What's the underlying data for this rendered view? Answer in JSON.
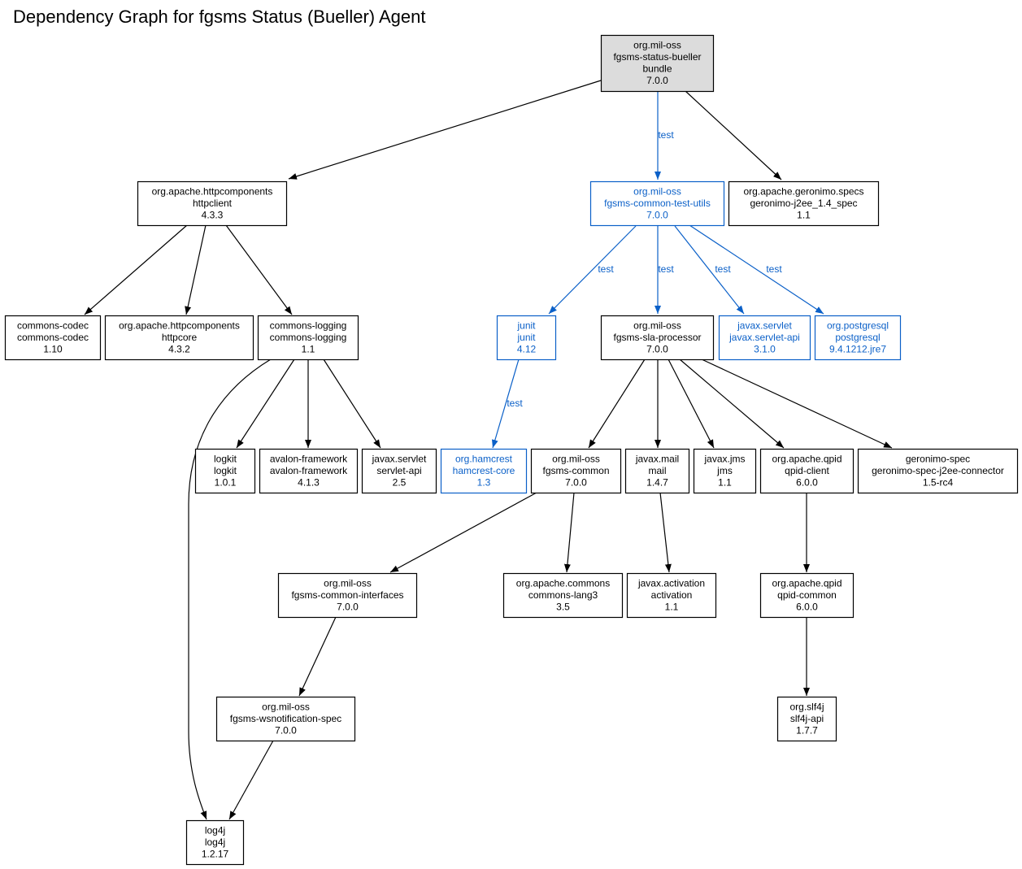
{
  "title": "Dependency Graph for fgsms Status (Bueller) Agent",
  "colors": {
    "normal": "#000000",
    "test": "#0b60c8",
    "root_fill": "#dcdcdc"
  },
  "nodes": [
    {
      "id": "root",
      "lines": [
        "org.mil-oss",
        "fgsms-status-bueller",
        "bundle",
        "7.0.0"
      ],
      "style": "root"
    },
    {
      "id": "httpclient",
      "lines": [
        "org.apache.httpcomponents",
        "httpclient",
        "4.3.3"
      ],
      "style": "normal"
    },
    {
      "id": "testutils",
      "lines": [
        "org.mil-oss",
        "fgsms-common-test-utils",
        "7.0.0"
      ],
      "style": "test"
    },
    {
      "id": "geronimo-j2ee",
      "lines": [
        "org.apache.geronimo.specs",
        "geronimo-j2ee_1.4_spec",
        "1.1"
      ],
      "style": "normal"
    },
    {
      "id": "commons-codec",
      "lines": [
        "commons-codec",
        "commons-codec",
        "1.10"
      ],
      "style": "normal"
    },
    {
      "id": "httpcore",
      "lines": [
        "org.apache.httpcomponents",
        "httpcore",
        "4.3.2"
      ],
      "style": "normal"
    },
    {
      "id": "commons-logging",
      "lines": [
        "commons-logging",
        "commons-logging",
        "1.1"
      ],
      "style": "normal"
    },
    {
      "id": "junit",
      "lines": [
        "junit",
        "junit",
        "4.12"
      ],
      "style": "test"
    },
    {
      "id": "sla-processor",
      "lines": [
        "org.mil-oss",
        "fgsms-sla-processor",
        "7.0.0"
      ],
      "style": "normal"
    },
    {
      "id": "servlet-api-31",
      "lines": [
        "javax.servlet",
        "javax.servlet-api",
        "3.1.0"
      ],
      "style": "test"
    },
    {
      "id": "postgresql",
      "lines": [
        "org.postgresql",
        "postgresql",
        "9.4.1212.jre7"
      ],
      "style": "test"
    },
    {
      "id": "logkit",
      "lines": [
        "logkit",
        "logkit",
        "1.0.1"
      ],
      "style": "normal"
    },
    {
      "id": "avalon",
      "lines": [
        "avalon-framework",
        "avalon-framework",
        "4.1.3"
      ],
      "style": "normal"
    },
    {
      "id": "servlet-api-25",
      "lines": [
        "javax.servlet",
        "servlet-api",
        "2.5"
      ],
      "style": "normal"
    },
    {
      "id": "hamcrest",
      "lines": [
        "org.hamcrest",
        "hamcrest-core",
        "1.3"
      ],
      "style": "test"
    },
    {
      "id": "fgsms-common",
      "lines": [
        "org.mil-oss",
        "fgsms-common",
        "7.0.0"
      ],
      "style": "normal"
    },
    {
      "id": "mail",
      "lines": [
        "javax.mail",
        "mail",
        "1.4.7"
      ],
      "style": "normal"
    },
    {
      "id": "jms",
      "lines": [
        "javax.jms",
        "jms",
        "1.1"
      ],
      "style": "normal"
    },
    {
      "id": "qpid-client",
      "lines": [
        "org.apache.qpid",
        "qpid-client",
        "6.0.0"
      ],
      "style": "normal"
    },
    {
      "id": "connector",
      "lines": [
        "geronimo-spec",
        "geronimo-spec-j2ee-connector",
        "1.5-rc4"
      ],
      "style": "normal"
    },
    {
      "id": "common-interfaces",
      "lines": [
        "org.mil-oss",
        "fgsms-common-interfaces",
        "7.0.0"
      ],
      "style": "normal"
    },
    {
      "id": "commons-lang3",
      "lines": [
        "org.apache.commons",
        "commons-lang3",
        "3.5"
      ],
      "style": "normal"
    },
    {
      "id": "activation",
      "lines": [
        "javax.activation",
        "activation",
        "1.1"
      ],
      "style": "normal"
    },
    {
      "id": "qpid-common",
      "lines": [
        "org.apache.qpid",
        "qpid-common",
        "6.0.0"
      ],
      "style": "normal"
    },
    {
      "id": "wsnotification",
      "lines": [
        "org.mil-oss",
        "fgsms-wsnotification-spec",
        "7.0.0"
      ],
      "style": "normal"
    },
    {
      "id": "slf4j",
      "lines": [
        "org.slf4j",
        "slf4j-api",
        "1.7.7"
      ],
      "style": "normal"
    },
    {
      "id": "log4j",
      "lines": [
        "log4j",
        "log4j",
        "1.2.17"
      ],
      "style": "normal"
    }
  ],
  "edges": [
    {
      "from": "root",
      "to": "httpclient",
      "label": "",
      "style": "normal"
    },
    {
      "from": "root",
      "to": "testutils",
      "label": "test",
      "style": "test"
    },
    {
      "from": "root",
      "to": "geronimo-j2ee",
      "label": "",
      "style": "normal"
    },
    {
      "from": "httpclient",
      "to": "commons-codec",
      "label": "",
      "style": "normal"
    },
    {
      "from": "httpclient",
      "to": "httpcore",
      "label": "",
      "style": "normal"
    },
    {
      "from": "httpclient",
      "to": "commons-logging",
      "label": "",
      "style": "normal"
    },
    {
      "from": "testutils",
      "to": "junit",
      "label": "test",
      "style": "test"
    },
    {
      "from": "testutils",
      "to": "sla-processor",
      "label": "test",
      "style": "test"
    },
    {
      "from": "testutils",
      "to": "servlet-api-31",
      "label": "test",
      "style": "test"
    },
    {
      "from": "testutils",
      "to": "postgresql",
      "label": "test",
      "style": "test"
    },
    {
      "from": "commons-logging",
      "to": "logkit",
      "label": "",
      "style": "normal"
    },
    {
      "from": "commons-logging",
      "to": "avalon",
      "label": "",
      "style": "normal"
    },
    {
      "from": "commons-logging",
      "to": "servlet-api-25",
      "label": "",
      "style": "normal"
    },
    {
      "from": "commons-logging",
      "to": "log4j",
      "label": "",
      "style": "normal"
    },
    {
      "from": "junit",
      "to": "hamcrest",
      "label": "test",
      "style": "test"
    },
    {
      "from": "sla-processor",
      "to": "fgsms-common",
      "label": "",
      "style": "normal"
    },
    {
      "from": "sla-processor",
      "to": "mail",
      "label": "",
      "style": "normal"
    },
    {
      "from": "sla-processor",
      "to": "jms",
      "label": "",
      "style": "normal"
    },
    {
      "from": "sla-processor",
      "to": "qpid-client",
      "label": "",
      "style": "normal"
    },
    {
      "from": "sla-processor",
      "to": "connector",
      "label": "",
      "style": "normal"
    },
    {
      "from": "fgsms-common",
      "to": "common-interfaces",
      "label": "",
      "style": "normal"
    },
    {
      "from": "fgsms-common",
      "to": "commons-lang3",
      "label": "",
      "style": "normal"
    },
    {
      "from": "mail",
      "to": "activation",
      "label": "",
      "style": "normal"
    },
    {
      "from": "qpid-client",
      "to": "qpid-common",
      "label": "",
      "style": "normal"
    },
    {
      "from": "common-interfaces",
      "to": "wsnotification",
      "label": "",
      "style": "normal"
    },
    {
      "from": "wsnotification",
      "to": "log4j",
      "label": "",
      "style": "normal"
    },
    {
      "from": "qpid-common",
      "to": "slf4j",
      "label": "",
      "style": "normal"
    }
  ]
}
